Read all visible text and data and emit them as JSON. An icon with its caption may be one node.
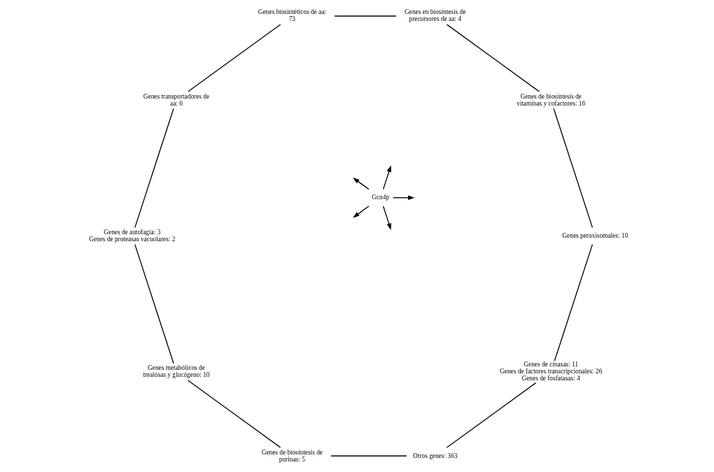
{
  "diagram": {
    "nodes": [
      {
        "text": [
          "Genes de cinasas: 11",
          "Genes de factores transcripcionales: 26",
          "Genes de fosfatasas: 4"
        ]
      },
      {
        "text": [
          "Otros genes: 363"
        ]
      },
      {
        "text": [
          "Genes de biosíntesis de purinas: 5"
        ]
      },
      {
        "text": [
          "Genes peroxisomales: 10"
        ]
      },
      {
        "text": [
          "Genes metabólicos de trealosas y glucógeno: 10"
        ]
      },
      {
        "text": [
          "Genes de biosíntesis de vitaminas y cofactores: 16"
        ]
      },
      {
        "text": [
          "Genes de autofagia: 3",
          "Genes de proteasas vacuolares: 2"
        ]
      },
      {
        "text": [
          "Genes en biosíntesis de precursores de aa: 4"
        ]
      },
      {
        "text": [
          "Genes transportadores de aa: 6"
        ]
      },
      {
        "text": [
          "Genes biosintéticos de aa: 73"
        ]
      },
      {
        "text": [
          "Gcn4p"
        ]
      }
    ],
    "edges": [
      {
        "from": 0,
        "to": 1,
        "arrow": "none"
      },
      {
        "from": 1,
        "to": 2,
        "arrow": "none"
      },
      {
        "from": 2,
        "to": 4,
        "arrow": "none"
      },
      {
        "from": 4,
        "to": 6,
        "arrow": "none"
      },
      {
        "from": 6,
        "to": 8,
        "arrow": "none"
      },
      {
        "from": 8,
        "to": 9,
        "arrow": "none"
      },
      {
        "from": 9,
        "to": 7,
        "arrow": "none"
      },
      {
        "from": 7,
        "to": 5,
        "arrow": "none"
      },
      {
        "from": 5,
        "to": 3,
        "arrow": "none"
      },
      {
        "from": 3,
        "to": 0,
        "arrow": "none"
      },
      {
        "from": 10,
        "to": null,
        "arrow": "to"
      },
      {
        "from": 10,
        "to": null,
        "arrow": "to"
      },
      {
        "from": 10,
        "to": null,
        "arrow": "to"
      },
      {
        "from": 10,
        "to": null,
        "arrow": "to"
      },
      {
        "from": 10,
        "to": null,
        "arrow": "to"
      }
    ]
  }
}
